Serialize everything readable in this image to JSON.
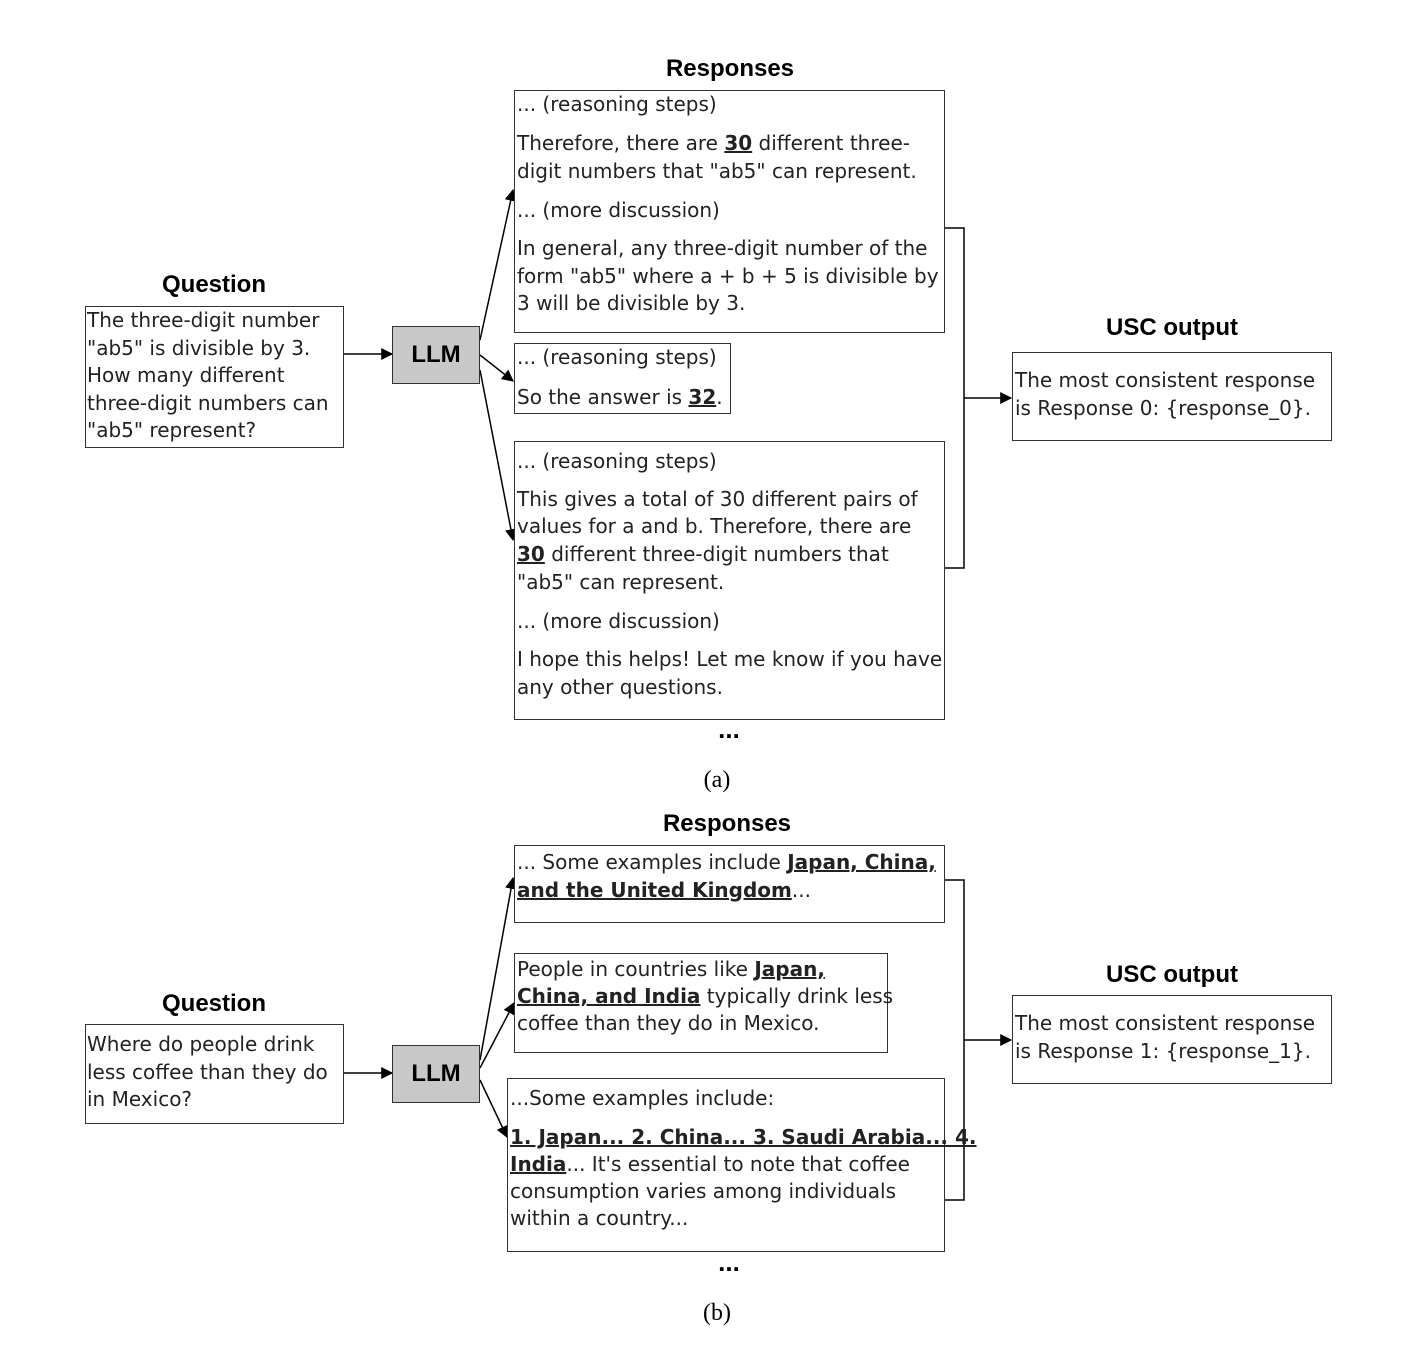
{
  "colors": {
    "llm_fill": "#c8c8c8",
    "border": "#333333",
    "text": "#222222"
  },
  "panel_a": {
    "question_heading": "Question",
    "question_lines": [
      "The three-digit number",
      "\"ab5\" is divisible by 3.",
      "How many different",
      "three-digit numbers can",
      "\"ab5\" represent?"
    ],
    "llm_label": "LLM",
    "responses_heading": "Responses",
    "response_0": {
      "l1": "... (reasoning steps)",
      "l2_pre": "Therefore, there are ",
      "l2_ans": "30",
      "l2_post": " different three-",
      "l3": "digit numbers that \"ab5\" can represent.",
      "l4": "... (more discussion)",
      "l5": "In general, any three-digit number of the",
      "l6": "form \"ab5\" where a + b + 5 is divisible by",
      "l7": "3 will be divisible by 3."
    },
    "response_1": {
      "l1": "... (reasoning steps)",
      "l2_pre": "So the answer is ",
      "l2_ans": "32",
      "l2_post": "."
    },
    "response_2": {
      "l1": "... (reasoning steps)",
      "l2": "This gives a total of 30 different pairs of",
      "l3": "values for a and b. Therefore, there are",
      "l4_ans": "30",
      "l4_post": " different three-digit numbers that",
      "l5": "\"ab5\" can represent.",
      "l6": "... (more discussion)",
      "l7": "I hope this helps! Let me know if you have",
      "l8": "any other questions."
    },
    "ellipsis": "...",
    "usc_heading": "USC output",
    "usc_lines": [
      "The most consistent response",
      "is Response 0: {response_0}."
    ],
    "caption": "(a)"
  },
  "panel_b": {
    "question_heading": "Question",
    "question_lines": [
      "Where do people drink",
      "less coffee than they do",
      "in Mexico?"
    ],
    "llm_label": "LLM",
    "responses_heading": "Responses",
    "response_0": {
      "l1_pre": "... Some examples include ",
      "l1_ans": "Japan, China,",
      "l2_ans": "and the United Kingdom",
      "l2_post": "..."
    },
    "response_1": {
      "l1_pre": "People in countries like ",
      "l1_ans": "Japan,",
      "l2_ans": "China, and India",
      "l2_post": " typically drink less",
      "l3": "coffee than they do in Mexico."
    },
    "response_2": {
      "l1": "...Some examples include:",
      "l2_ans": "1. Japan... 2. China... 3. Saudi Arabia... 4.",
      "l3_ans": "India",
      "l3_post": "... It's essential to note that coffee",
      "l4": "consumption varies among individuals",
      "l5": "within a country..."
    },
    "ellipsis": "...",
    "usc_heading": "USC output",
    "usc_lines": [
      "The most consistent response",
      "is Response 1: {response_1}."
    ],
    "caption": "(b)"
  }
}
